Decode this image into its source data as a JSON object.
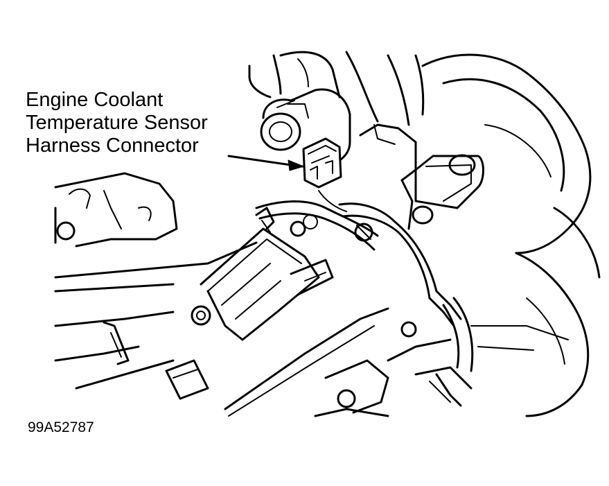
{
  "diagram": {
    "label_lines": [
      "Engine Coolant",
      "Temperature Sensor",
      "Harness Connector"
    ],
    "figure_id": "99A52787",
    "components": [
      "engine-block",
      "intake-manifold",
      "coolant-temperature-sensor",
      "harness-connector",
      "wiring-harness",
      "ignition-coil",
      "throttle-body",
      "bolts",
      "hoses"
    ],
    "colors": {
      "line": "#000000",
      "background": "#ffffff"
    }
  }
}
